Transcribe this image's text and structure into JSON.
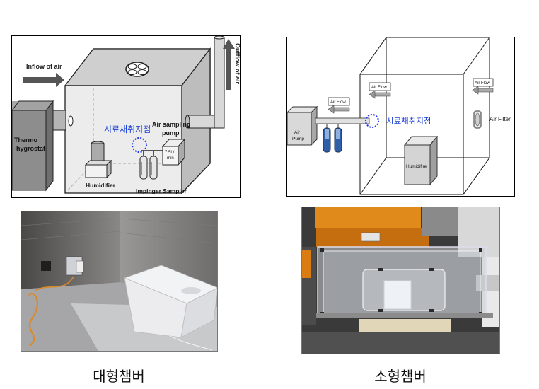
{
  "large_chamber_diagram": {
    "inflow_label": "Inflow of air",
    "outflow_label": "Outflow of air",
    "thermo_label_line1": "Thermo",
    "thermo_label_line2": "-hygrostat",
    "sampling_point_label": "시료채취지점",
    "air_sampling_pump_line1": "Air sampling",
    "air_sampling_pump_line2": "pump",
    "pump_rate_line1": "7.5L/",
    "pump_rate_line2": "min",
    "humidifier_label": "Humidifier",
    "impinger_label": "Impinger Sampler"
  },
  "small_chamber_diagram": {
    "air_flow_label_1": "Air Flow",
    "air_flow_label_2": "Air Flow",
    "air_flow_label_3": "Air Flow",
    "air_filter_label": "Air Filter",
    "air_pump_line1": "Air",
    "air_pump_line2": "Pump",
    "sampling_point_label": "시료채취지점",
    "humidifier_label": "Humidifire"
  },
  "captions": {
    "large_chamber": "대형챔버",
    "small_chamber": "소형챔버"
  },
  "colors": {
    "sampling_point_text": "#1a3fd6",
    "sampling_circle": "#2233ee",
    "box_gray": "#d9d9d9",
    "impinger_blue": "#2f5fa8"
  }
}
